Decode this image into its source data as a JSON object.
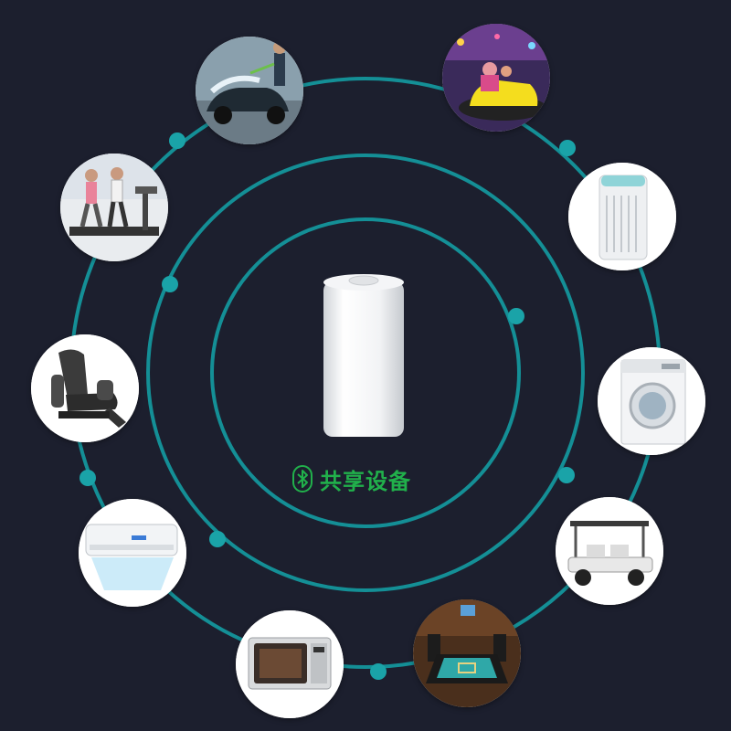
{
  "center": {
    "label": "共享设备",
    "icon": "bluetooth-icon",
    "device": "white-cylinder-module"
  },
  "colors": {
    "background": "#1c1f2e",
    "ring": "#148f96",
    "dot": "#1aa3a8",
    "label": "#21b04b"
  },
  "scenes": [
    {
      "name": "car-wash-scene"
    },
    {
      "name": "bumper-car-scene"
    },
    {
      "name": "treadmill-gym-scene"
    },
    {
      "name": "air-purifier-scene"
    },
    {
      "name": "massage-chair-scene"
    },
    {
      "name": "washing-machine-scene"
    },
    {
      "name": "air-conditioner-scene"
    },
    {
      "name": "golf-cart-scene"
    },
    {
      "name": "microwave-oven-scene"
    },
    {
      "name": "mahjong-table-scene"
    }
  ]
}
